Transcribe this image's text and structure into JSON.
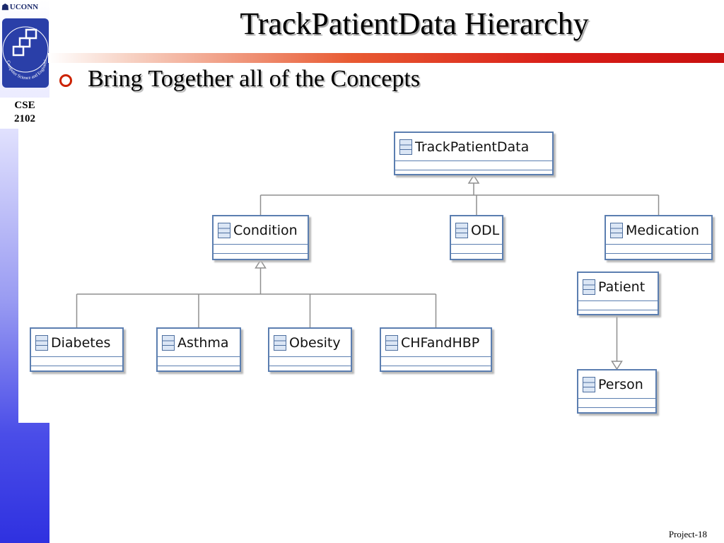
{
  "header": {
    "university_logo_text": "UCONN",
    "course_label_line1": "CSE",
    "course_label_line2": "2102",
    "logo_ring_text": "Computer Science and Engineering"
  },
  "slide": {
    "title": "TrackPatientData Hierarchy",
    "bullet": "Bring Together all of the Concepts",
    "footer": "Project-18"
  },
  "colors": {
    "title_rule": "#d91e18",
    "bullet": "#cc2200",
    "class_border": "#5b7eb0",
    "left_band": "#2f31e0"
  },
  "diagram": {
    "classes": [
      {
        "id": "track",
        "name": "TrackPatientData"
      },
      {
        "id": "condition",
        "name": "Condition"
      },
      {
        "id": "odl",
        "name": "ODL"
      },
      {
        "id": "medication",
        "name": "Medication"
      },
      {
        "id": "patient",
        "name": "Patient"
      },
      {
        "id": "diabetes",
        "name": "Diabetes"
      },
      {
        "id": "asthma",
        "name": "Asthma"
      },
      {
        "id": "obesity",
        "name": "Obesity"
      },
      {
        "id": "chfandhbp",
        "name": "CHFandHBP"
      },
      {
        "id": "person",
        "name": "Person"
      }
    ],
    "relations": [
      {
        "from": "condition",
        "to": "track",
        "type": "generalization"
      },
      {
        "from": "odl",
        "to": "track",
        "type": "generalization"
      },
      {
        "from": "medication",
        "to": "track",
        "type": "generalization"
      },
      {
        "from": "diabetes",
        "to": "condition",
        "type": "generalization"
      },
      {
        "from": "asthma",
        "to": "condition",
        "type": "generalization"
      },
      {
        "from": "obesity",
        "to": "condition",
        "type": "generalization"
      },
      {
        "from": "chfandhbp",
        "to": "condition",
        "type": "generalization"
      },
      {
        "from": "patient",
        "to": "person",
        "type": "generalization"
      }
    ]
  }
}
